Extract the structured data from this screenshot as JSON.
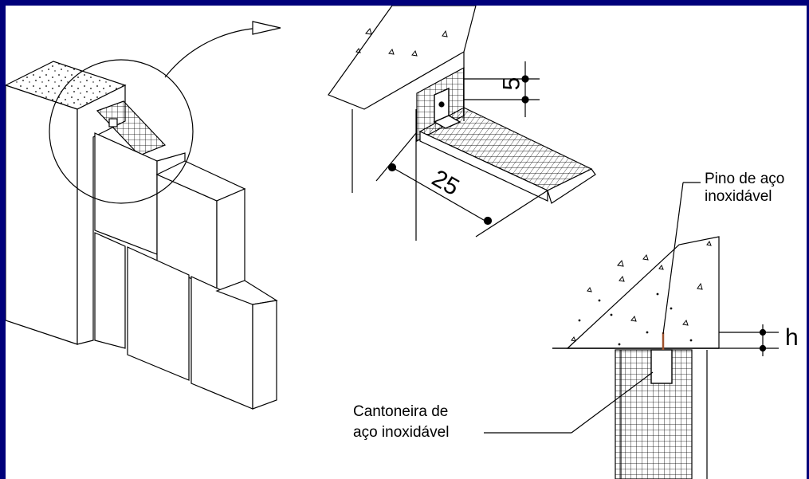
{
  "colors": {
    "frame": "#00007a",
    "paper": "#ffffff",
    "ink": "#000000",
    "pin": "#a0522d"
  },
  "labels": {
    "pin": {
      "line1": "Pino de aço",
      "line2": "inoxidável"
    },
    "angle": {
      "line1": "Cantoneira de",
      "line2": "aço inoxidável"
    }
  },
  "dimensions": {
    "height_5": "5",
    "length_25": "25",
    "gap_h": "h"
  }
}
